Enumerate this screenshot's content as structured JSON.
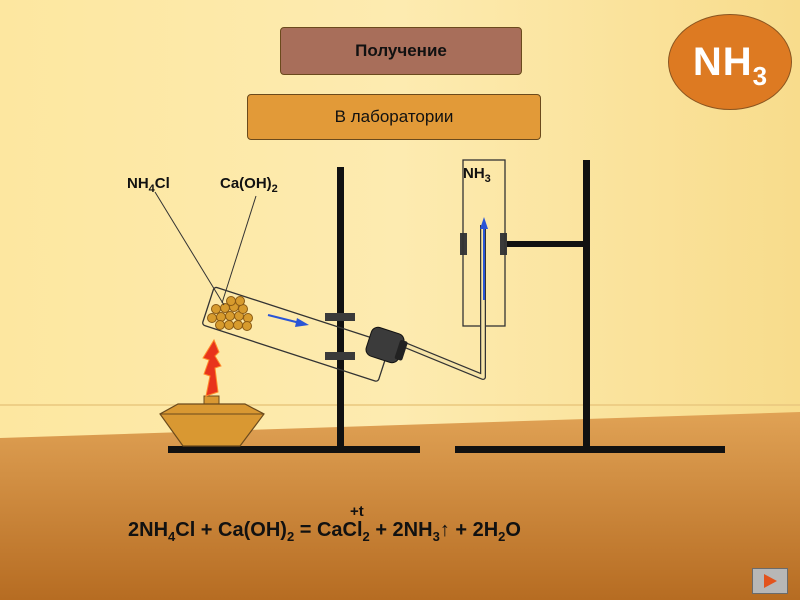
{
  "header": {
    "title": "Получение",
    "subtitle": "В лаборатории"
  },
  "badge": {
    "main": "NH",
    "sub": "3"
  },
  "labels": {
    "nh4cl_a": "NH",
    "nh4cl_b": "4",
    "nh4cl_c": "Cl",
    "caoh2_a": "Ca(OH)",
    "caoh2_b": "2",
    "nh3_a": "NH",
    "nh3_b": "3"
  },
  "equation": {
    "p1": "2NH",
    "s1": "4",
    "p2": "Cl + Ca(OH)",
    "s2": "2",
    "p3": " = CaCl",
    "s3": "2",
    "p4": " + 2NH",
    "s4": "3",
    "p5": "↑ + 2H",
    "s5": "2",
    "p6": "O",
    "condition": "+t"
  },
  "nav": {
    "next_icon": "play-triangle-icon"
  },
  "colors": {
    "background_top": "#fde89a",
    "background_bottom": "#c57a2c",
    "title_box": "#a86e5a",
    "subtitle_box": "#e29a38",
    "badge": "#dd7a22",
    "arrow": "#2a55d6"
  }
}
